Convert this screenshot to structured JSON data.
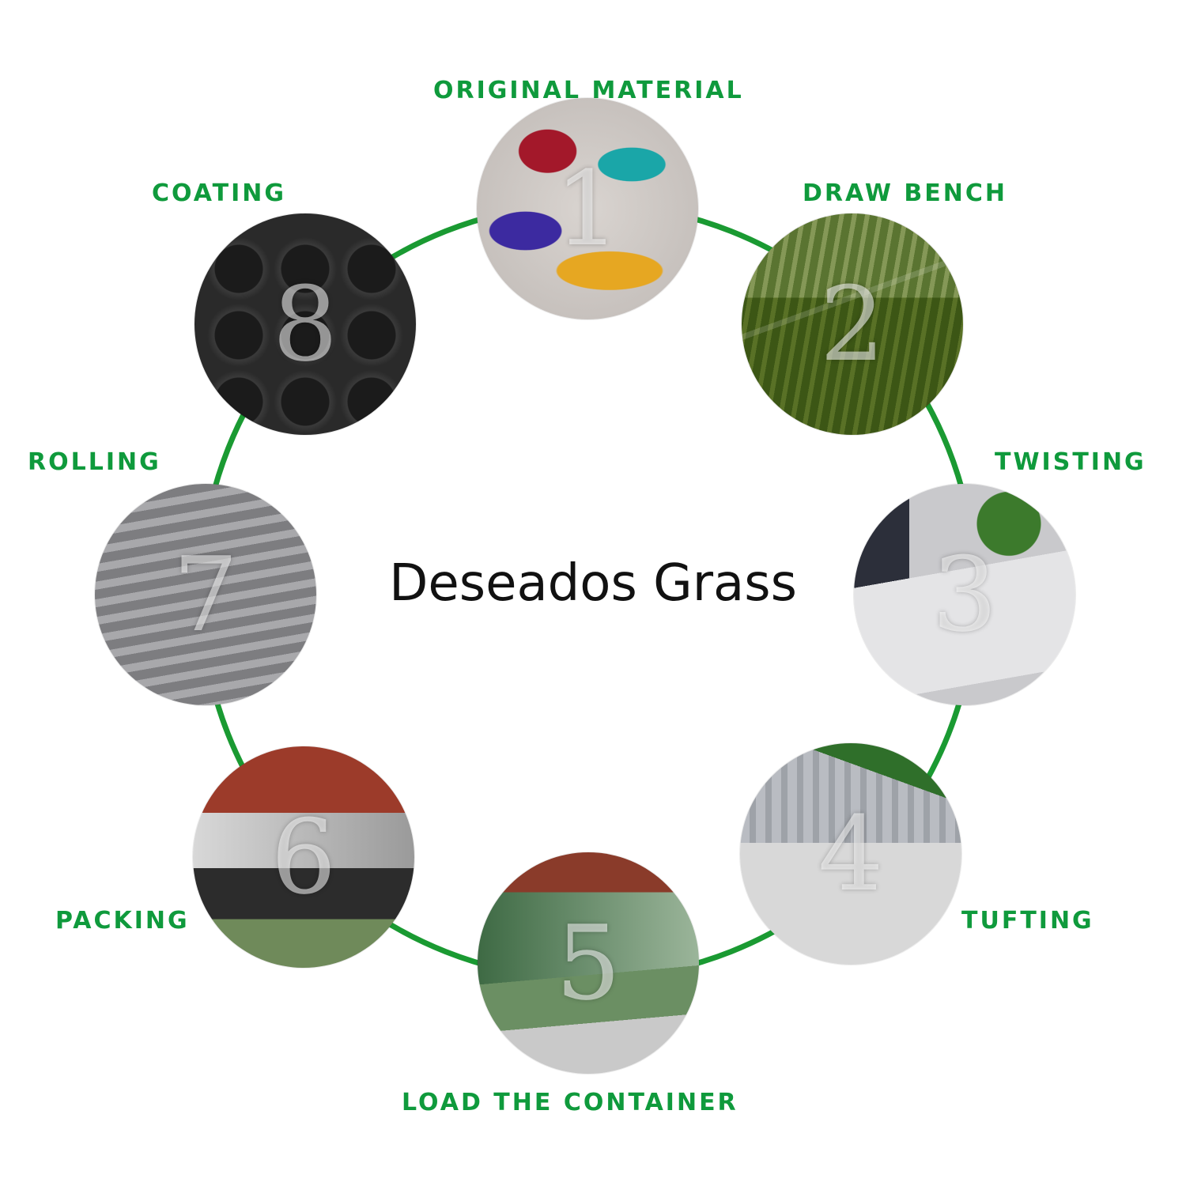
{
  "title": "Deseados Grass",
  "ring_color": "#1a9a32",
  "label_color": "#0f9a3c",
  "steps": [
    {
      "number": "1",
      "label": "ORIGINAL MATERIAL"
    },
    {
      "number": "2",
      "label": "DRAW BENCH"
    },
    {
      "number": "3",
      "label": "TWISTING"
    },
    {
      "number": "4",
      "label": "TUFTING"
    },
    {
      "number": "5",
      "label": "LOAD THE CONTAINER"
    },
    {
      "number": "6",
      "label": "PACKING"
    },
    {
      "number": "7",
      "label": "ROLLING"
    },
    {
      "number": "8",
      "label": "COATING"
    }
  ]
}
